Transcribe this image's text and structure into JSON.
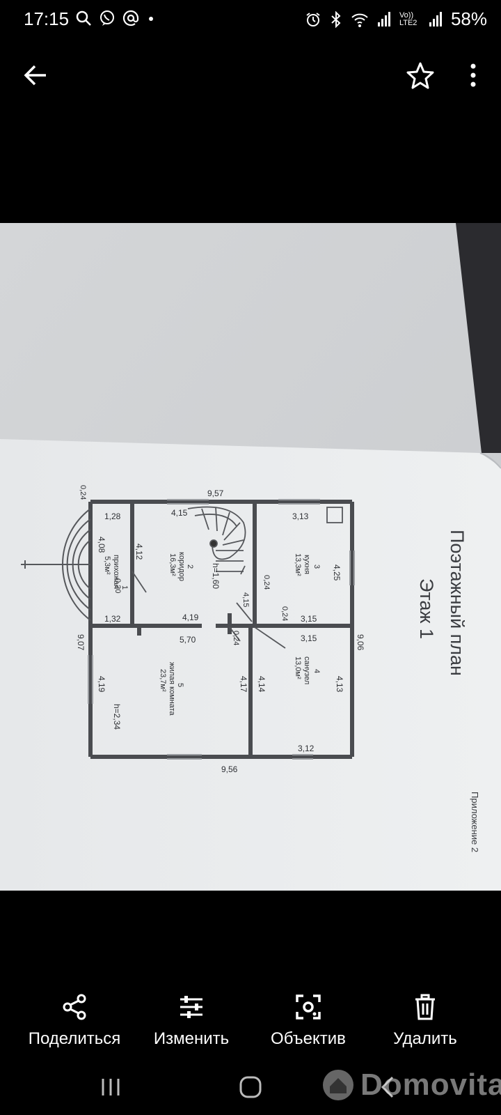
{
  "status_bar": {
    "time": "17:15",
    "left_icons": [
      "search-icon",
      "viber-icon",
      "at-icon",
      "dot-icon"
    ],
    "right_icons": [
      "alarm-icon",
      "bluetooth-icon",
      "wifi-icon",
      "signal-icon",
      "volte-icon",
      "signal-icon"
    ],
    "volte_label": "Vo)) LTE2",
    "battery": "58%"
  },
  "toolbar": {
    "back_icon": "arrow-back-icon",
    "favorite_icon": "star-outline-icon",
    "more_icon": "more-vert-icon"
  },
  "photo": {
    "title": "Поэтажный план",
    "subtitle": "Этаж 1",
    "appendix": "Приложение 2",
    "dimensions": {
      "top_total": "9,57",
      "bottom_total": "9,56",
      "right_total": "9,06",
      "left_total": "9,07",
      "wall_024": "0,24",
      "wall_020": "0,20",
      "d_128": "1,28",
      "d_415": "4,15",
      "d_313": "3,13",
      "d_408": "4,08",
      "d_412": "4,12",
      "d_425": "4,25",
      "d_132": "1,32",
      "d_419a": "4,19",
      "d_315a": "3,15",
      "d_315b": "3,15",
      "d_570": "5,70",
      "d_419b": "4,19",
      "d_417": "4,17",
      "d_414": "4,14",
      "d_413": "4,13",
      "d_312": "3,12",
      "h_stairs": "h=1,60",
      "h_room": "h=2,34"
    },
    "rooms": [
      {
        "number": "1",
        "name": "прихожая",
        "area": "5,3м²"
      },
      {
        "number": "2",
        "name": "коридор",
        "area": "16,3м²"
      },
      {
        "number": "3",
        "name": "кухня",
        "area": "13,3м²"
      },
      {
        "number": "4",
        "name": "санузел",
        "area": "13,0м²"
      },
      {
        "number": "5",
        "name": "жилая комната",
        "area": "23,7м²"
      }
    ]
  },
  "actions": [
    {
      "label": "Поделиться",
      "icon": "share-icon"
    },
    {
      "label": "Изменить",
      "icon": "sliders-icon"
    },
    {
      "label": "Объектив",
      "icon": "lens-icon"
    },
    {
      "label": "Удалить",
      "icon": "trash-icon"
    }
  ],
  "navigation": {
    "icons": [
      "recent-apps-icon",
      "home-icon",
      "back-icon"
    ]
  },
  "watermark": {
    "text": "Domovita"
  }
}
